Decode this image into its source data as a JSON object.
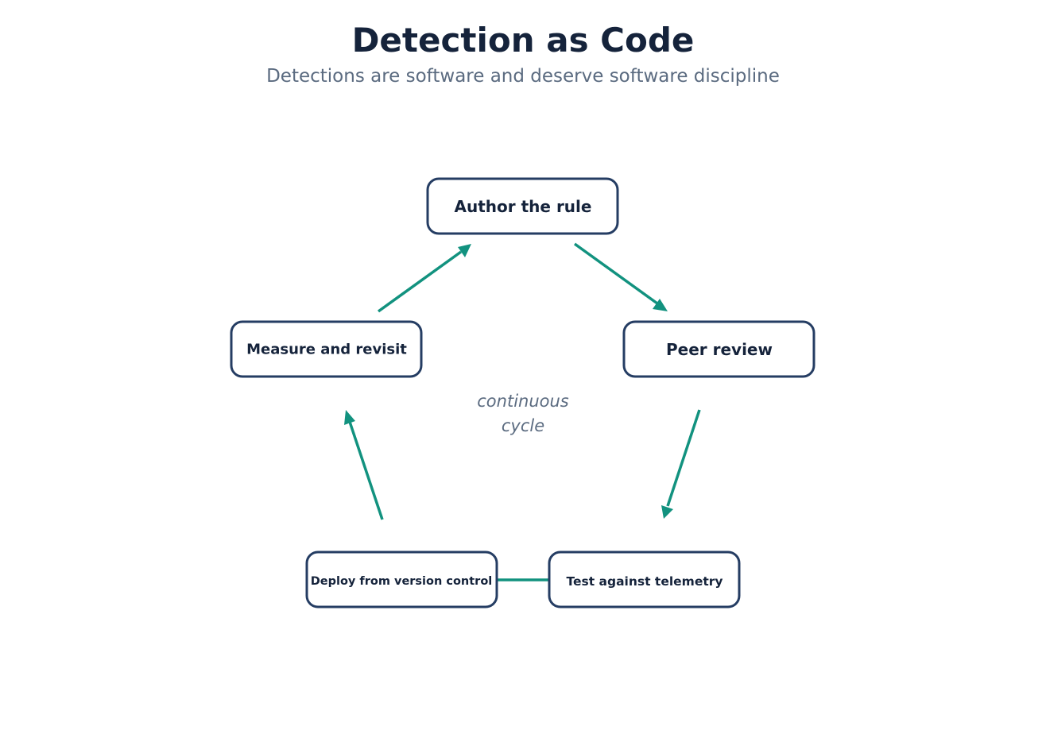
{
  "header": {
    "title": "Detection as Code",
    "subtitle": "Detections are software and deserve software discipline"
  },
  "diagram": {
    "nodes": [
      {
        "id": "author",
        "label": "Author the rule"
      },
      {
        "id": "review",
        "label": "Peer review"
      },
      {
        "id": "test",
        "label": "Test against telemetry"
      },
      {
        "id": "deploy",
        "label": "Deploy from version control"
      },
      {
        "id": "measure",
        "label": "Measure and revisit"
      }
    ],
    "center_label": {
      "line1": "continuous",
      "line2": "cycle"
    },
    "edges": [
      {
        "from": "author",
        "to": "review"
      },
      {
        "from": "review",
        "to": "test"
      },
      {
        "from": "test",
        "to": "deploy"
      },
      {
        "from": "deploy",
        "to": "measure"
      },
      {
        "from": "measure",
        "to": "author"
      }
    ],
    "colors": {
      "node_border": "#253d63",
      "arrow": "#12927f",
      "title": "#15233b",
      "subtitle": "#5b6b80"
    }
  }
}
